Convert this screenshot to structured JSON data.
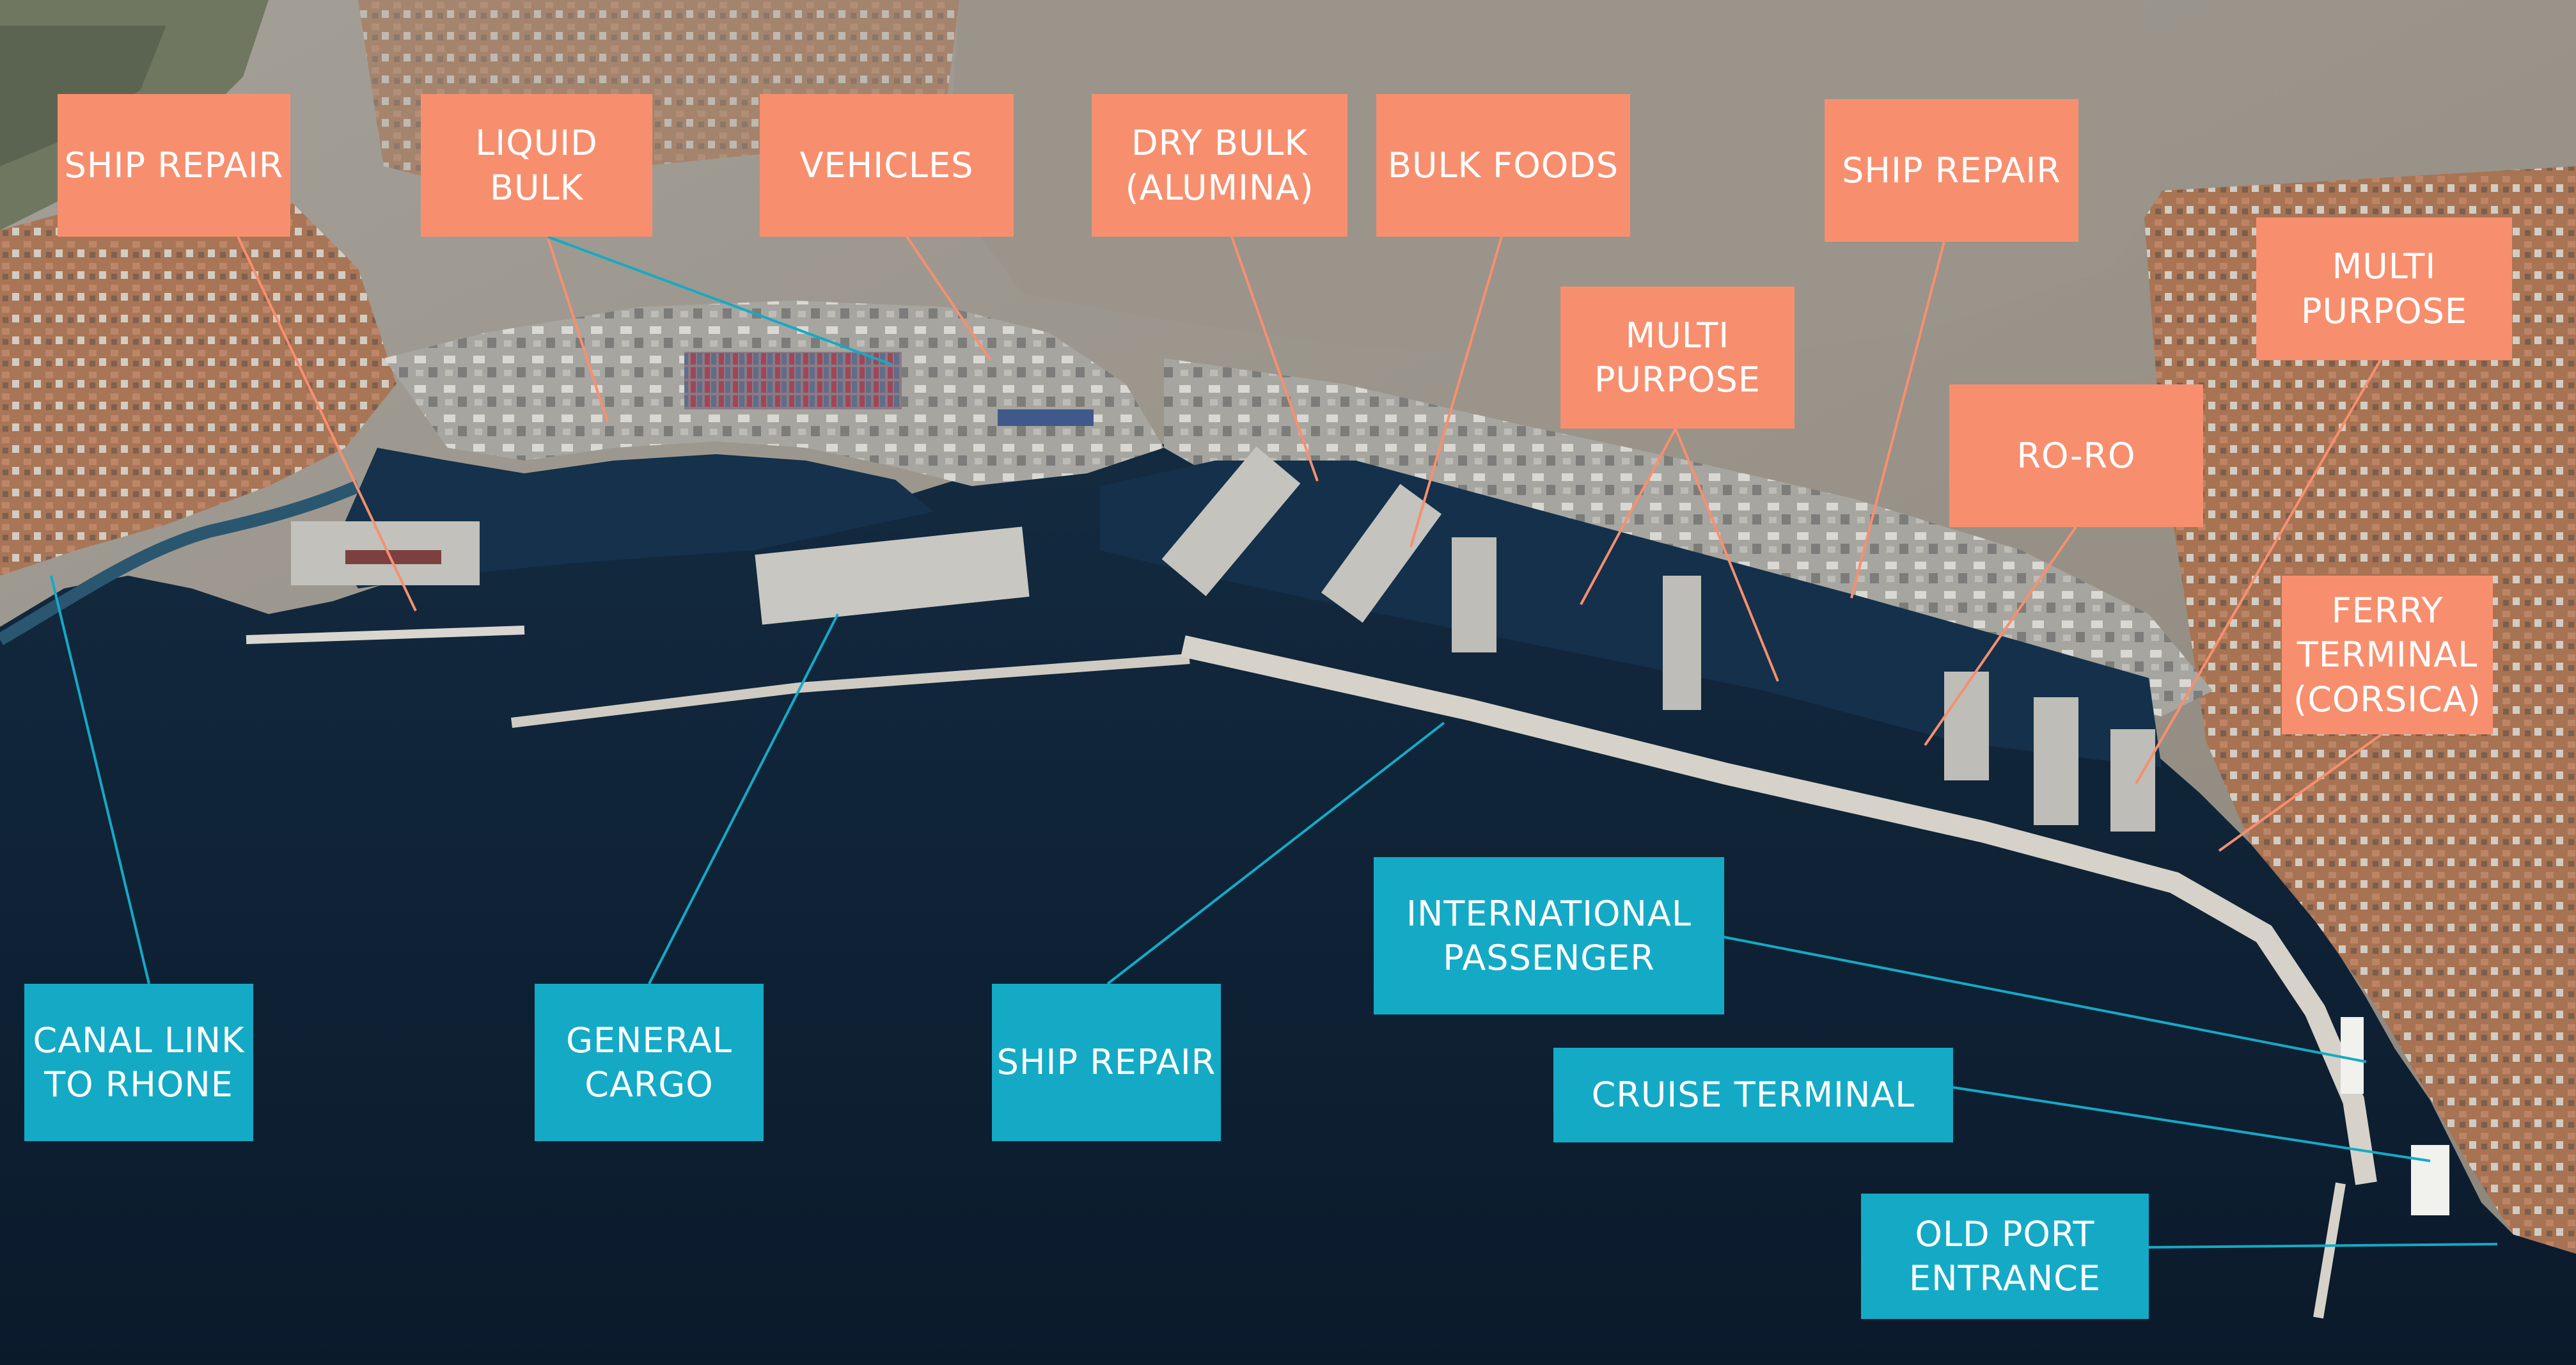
{
  "colors": {
    "water": "#0f2236",
    "land": "#8d8a85",
    "industrial_land": "#c4c3bf",
    "urban_land": "#b0704f",
    "orange_label": "#f78f6f",
    "teal_label": "#14aac6",
    "label_text": "#ffffff"
  },
  "labels": {
    "ship_repair_west": "SHIP REPAIR",
    "liquid_bulk": "LIQUID\nBULK",
    "vehicles": "VEHICLES",
    "dry_bulk": "DRY BULK\n(ALUMINA)",
    "bulk_foods": "BULK FOODS",
    "ship_repair_north": "SHIP REPAIR",
    "multi_purpose_center": "MULTI\nPURPOSE",
    "multi_purpose_east": "MULTI\nPURPOSE",
    "ro_ro": "RO-RO",
    "ferry_terminal": "FERRY\nTERMINAL\n(CORSICA)",
    "canal_link": "CANAL LINK\nTO RHONE",
    "general_cargo": "GENERAL\nCARGO",
    "ship_repair_breakwater": "SHIP REPAIR",
    "international_passenger": "INTERNATIONAL\nPASSENGER",
    "cruise_terminal": "CRUISE TERMINAL",
    "old_port_entrance": "OLD PORT\nENTRANCE"
  }
}
